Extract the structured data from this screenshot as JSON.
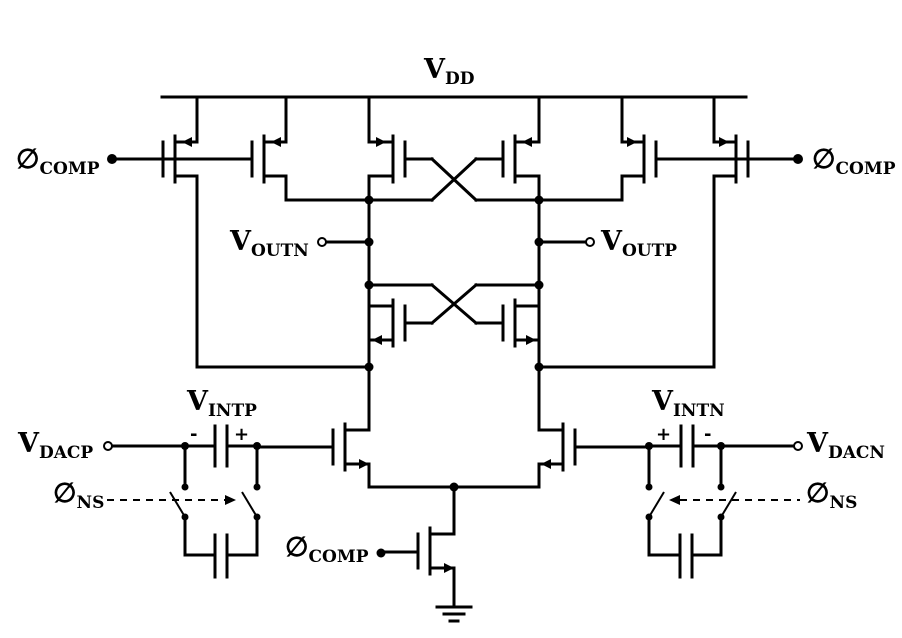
{
  "diagram": {
    "labels": {
      "vdd": {
        "main": "V",
        "sub": "DD"
      },
      "phi_comp_left": {
        "main": "∅",
        "sub": "COMP"
      },
      "phi_comp_right": {
        "main": "∅",
        "sub": "COMP"
      },
      "phi_comp_tail": {
        "main": "∅",
        "sub": "COMP"
      },
      "voutn": {
        "main": "V",
        "sub": "OUTN"
      },
      "voutp": {
        "main": "V",
        "sub": "OUTP"
      },
      "vintp": {
        "main": "V",
        "sub": "INTP"
      },
      "vintn": {
        "main": "V",
        "sub": "INTN"
      },
      "vdacp": {
        "main": "V",
        "sub": "DACP"
      },
      "vdacn": {
        "main": "V",
        "sub": "DACN"
      },
      "phi_ns_left": {
        "main": "∅",
        "sub": "NS"
      },
      "phi_ns_right": {
        "main": "∅",
        "sub": "NS"
      },
      "cap_left_minus": "-",
      "cap_left_plus": "+",
      "cap_right_plus": "+",
      "cap_right_minus": "-"
    }
  }
}
